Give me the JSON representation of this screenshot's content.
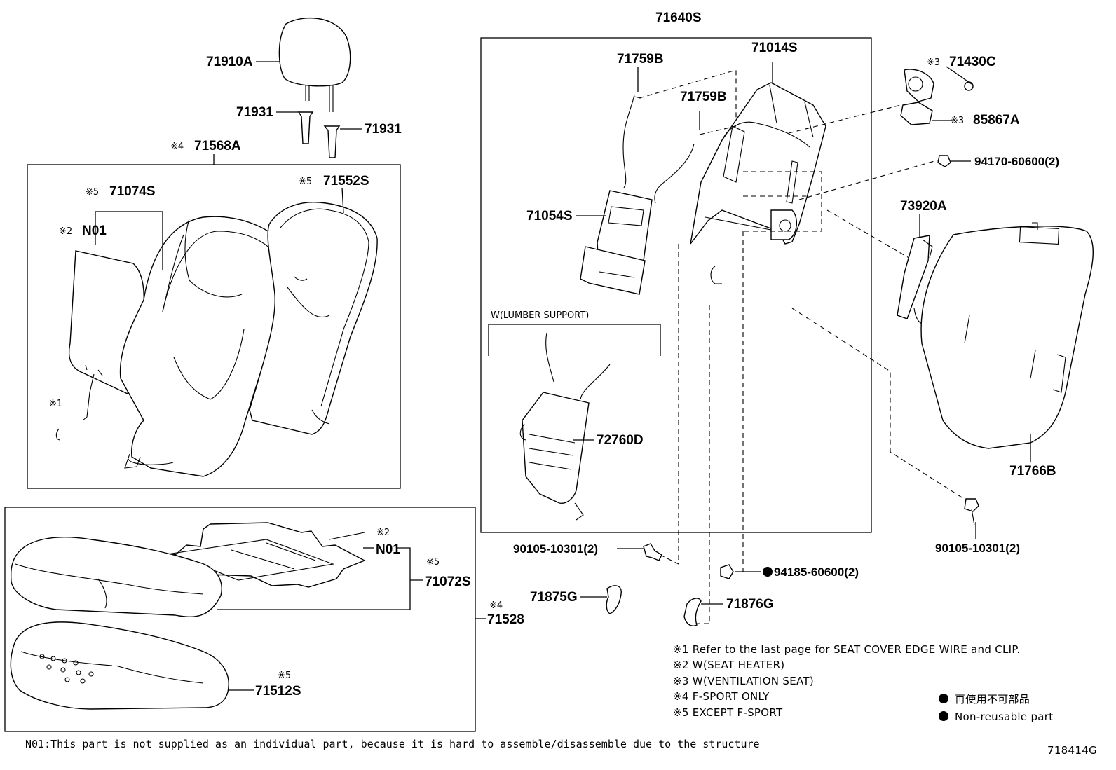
{
  "parts": {
    "p71640S": "71640S",
    "p71910A": "71910A",
    "p71931a": "71931",
    "p71931b": "71931",
    "p71568A": "71568A",
    "p71074S": "71074S",
    "p71552S": "71552S",
    "pN01a": "N01",
    "p71759Ba": "71759B",
    "p71759Bb": "71759B",
    "p71014S": "71014S",
    "p71054S": "71054S",
    "p72760D": "72760D",
    "p71430C": "71430C",
    "p85867A": "85867A",
    "p94170": "94170-60600(2)",
    "p73920A": "73920A",
    "p71766B": "71766B",
    "p90105a": "90105-10301(2)",
    "p90105b": "90105-10301(2)",
    "p94185": "94185-60600(2)",
    "p71875G": "71875G",
    "p71876G": "71876G",
    "pN01b": "N01",
    "p71072S": "71072S",
    "p71528": "71528",
    "p71512S": "71512S"
  },
  "marks": {
    "m71568A": "※4",
    "m71074S": "※5",
    "m71552S": "※5",
    "mN01a": "※2",
    "m1": "※1",
    "m71430C": "※3",
    "m85867A": "※3",
    "mN01b": "※2",
    "m71072S": "※5",
    "m71528": "※4",
    "m71512S": "※5"
  },
  "lumber_label": "W(LUMBER SUPPORT)",
  "notes": [
    "※1  Refer to the last page for SEAT COVER EDGE WIRE and CLIP.",
    "※2  W(SEAT  HEATER)",
    "※3  W(VENTILATION  SEAT)",
    "※4  F-SPORT  ONLY",
    "※5  EXCEPT  F-SPORT"
  ],
  "legend": {
    "jp": "再使用不可部品",
    "en": "Non-reusable part"
  },
  "footnote": "N01:This part is not supplied as an individual part, because it is hard to assemble/disassemble due to the structure",
  "diagram_id": "718414G"
}
